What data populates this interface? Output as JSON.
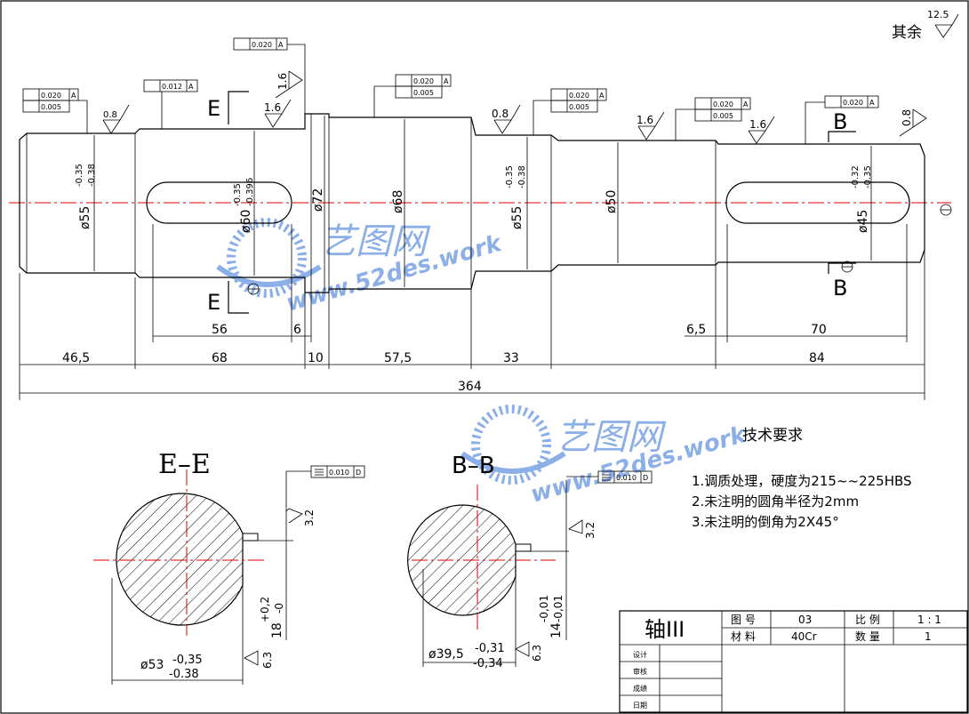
{
  "roughness": {
    "other_label": "其余",
    "other_value": "12.5",
    "marks": [
      "0.8",
      "1.6",
      "1.6",
      "0.8",
      "1.6",
      "1.6",
      "0.8"
    ],
    "section": [
      "3.2",
      "6.3",
      "3.2",
      "6.3"
    ]
  },
  "tolerance_frames": {
    "f1": {
      "v1": "0.020",
      "r1": "A",
      "v2": "0.005"
    },
    "f2": {
      "v1": "0.012",
      "r1": "A"
    },
    "f3": {
      "v1": "0.020",
      "r1": "A"
    },
    "f4": {
      "v1": "0.020",
      "r1": "A",
      "v2": "0.005"
    },
    "f5": {
      "v1": "0.020",
      "r1": "A",
      "v2": "0.005"
    },
    "f6": {
      "v1": "0.020",
      "r1": "A",
      "v2": "0.005"
    },
    "f7": {
      "v1": "0.020",
      "r1": "A"
    },
    "f8": {
      "v1": "0.010",
      "r1": "D"
    },
    "f9": {
      "v1": "0.010",
      "r1": "D"
    }
  },
  "section_labels": {
    "E1": "E",
    "E2": "E",
    "B1": "B",
    "B2": "B",
    "ee_title": "E–E",
    "bb_title": "B–B"
  },
  "diameters": {
    "d1": {
      "base": "ø55",
      "up": "-0.35",
      "low": "-0.38"
    },
    "d2": {
      "base": "ø60",
      "up": "-0.35",
      "low": "-0.396"
    },
    "d3": {
      "base": "ø72"
    },
    "d4": {
      "base": "ø68"
    },
    "d5": {
      "base": "ø55",
      "up": "-0.35",
      "low": "-0.38"
    },
    "d6": {
      "base": "ø50"
    },
    "d7": {
      "base": "ø45",
      "up": "-0.32",
      "low": "-0.35"
    }
  },
  "lengths": {
    "l56": "56",
    "l6": "6",
    "l6_5": "6,5",
    "l70": "70",
    "l46_5": "46,5",
    "l68": "68",
    "l10": "10",
    "l57_5": "57,5",
    "l33": "33",
    "l84": "84",
    "l364": "364"
  },
  "ee": {
    "dia": "ø53",
    "up": "-0,35",
    "low": "-0.38",
    "depth": "18",
    "d_up": "+0,2",
    "d_low": "-0"
  },
  "bb": {
    "dia": "ø39,5",
    "up": "-0,31",
    "low": "-0,34",
    "depth": "14",
    "d_up": "-0,01",
    "d_low": "-0,01"
  },
  "requirements": {
    "title": "技术要求",
    "items": [
      "1.调质处理，硬度为215~~225HBS",
      "2.未注明的圆角半径为2mm",
      "3.未注明的倒角为2X45°"
    ]
  },
  "title_block": {
    "part_name": "轴III",
    "drawing_no_label": "图 号",
    "drawing_no": "03",
    "material_label": "材 料",
    "material": "40Cr",
    "scale_label": "比 例",
    "scale": "1 : 1",
    "qty_label": "数 量",
    "qty": "1",
    "rows": [
      "设计",
      "审核",
      "成绩",
      "日期"
    ]
  },
  "watermark": {
    "brand": "艺图网",
    "url": "www.52des.work"
  },
  "colors": {
    "centerline": "#e00000",
    "watermark": "#2f6fd6"
  }
}
